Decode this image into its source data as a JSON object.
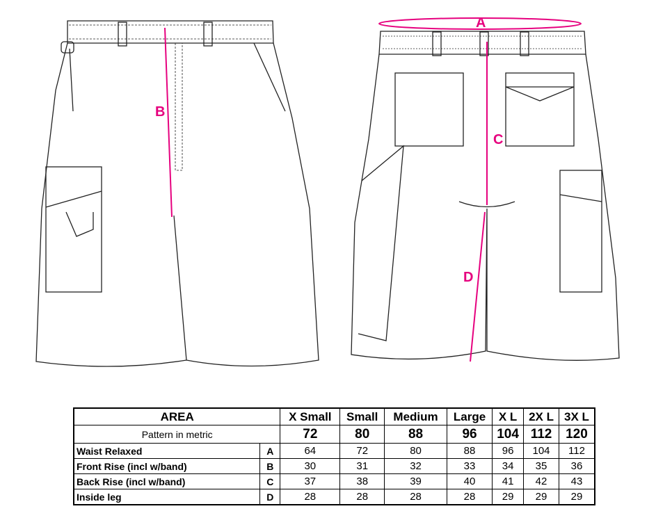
{
  "labels": {
    "a": "A",
    "b": "B",
    "c": "C",
    "d": "D"
  },
  "colors": {
    "measure": "#e6007e"
  },
  "table": {
    "area_label": "AREA",
    "sizes": [
      "X Small",
      "Small",
      "Medium",
      "Large",
      "X L",
      "2X L",
      "3X L"
    ],
    "pattern_label": "Pattern in metric",
    "pattern": [
      "72",
      "80",
      "88",
      "96",
      "104",
      "112",
      "120"
    ],
    "rows": [
      {
        "name": "Waist Relaxed",
        "code": "A",
        "values": [
          "64",
          "72",
          "80",
          "88",
          "96",
          "104",
          "112"
        ]
      },
      {
        "name": "Front Rise (incl w/band)",
        "code": "B",
        "values": [
          "30",
          "31",
          "32",
          "33",
          "34",
          "35",
          "36"
        ]
      },
      {
        "name": "Back Rise (incl w/band)",
        "code": "C",
        "values": [
          "37",
          "38",
          "39",
          "40",
          "41",
          "42",
          "43"
        ]
      },
      {
        "name": "Inside leg",
        "code": "D",
        "values": [
          "28",
          "28",
          "28",
          "28",
          "29",
          "29",
          "29"
        ]
      }
    ]
  }
}
